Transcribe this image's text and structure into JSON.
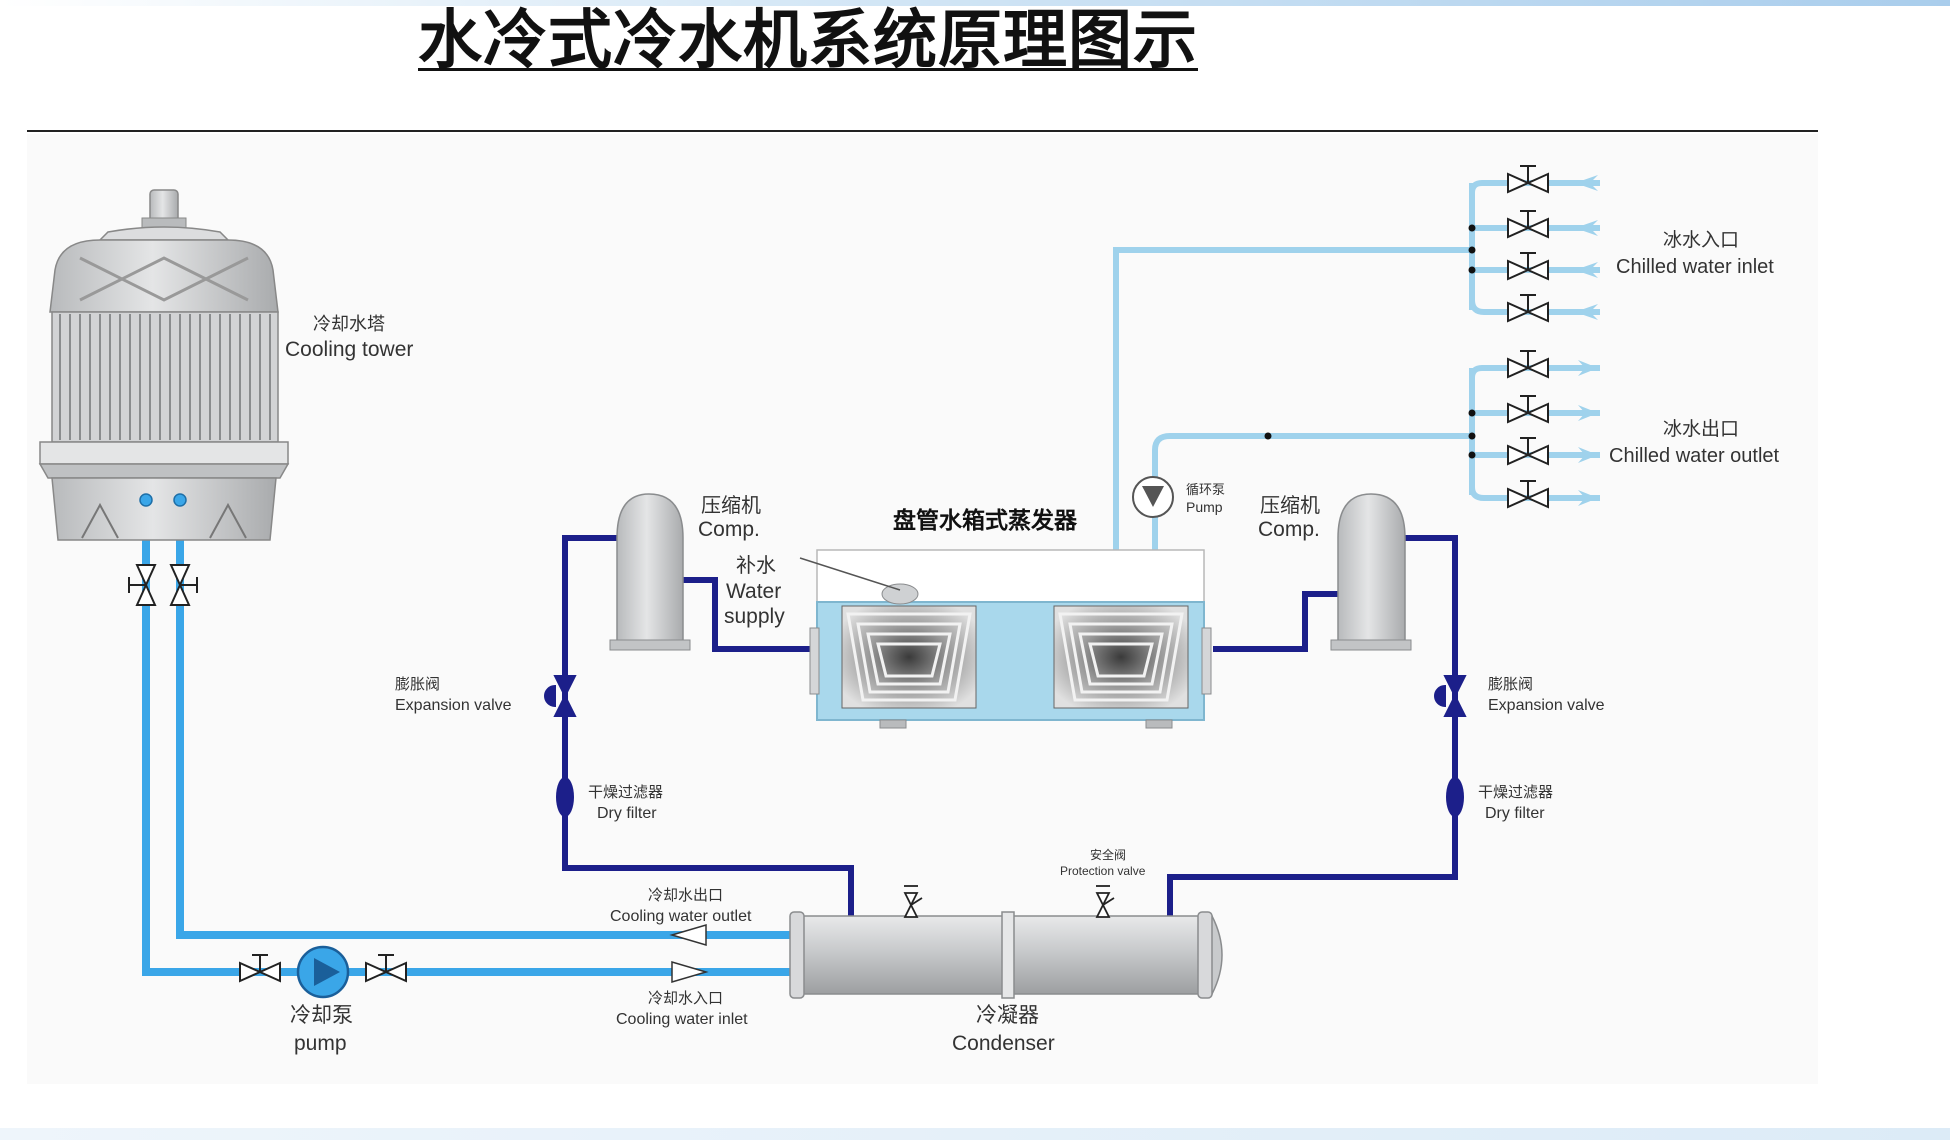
{
  "title": "水冷式冷水机系统原理图示",
  "labels": {
    "cooling_tower_cn": "冷却水塔",
    "cooling_tower_en": "Cooling tower",
    "compressor_left_cn": "压缩机",
    "compressor_left_en": "Comp.",
    "compressor_right_cn": "压缩机",
    "compressor_right_en": "Comp.",
    "evaporator_cn": "盘管水箱式蒸发器",
    "water_supply_cn": "补水",
    "water_supply_en_1": "Water",
    "water_supply_en_2": "supply",
    "circ_pump_cn": "循环泵",
    "circ_pump_en": "Pump",
    "chilled_inlet_cn": "冰水入口",
    "chilled_inlet_en": "Chilled water inlet",
    "chilled_outlet_cn": "冰水出口",
    "chilled_outlet_en": "Chilled water outlet",
    "expansion_left_cn": "膨胀阀",
    "expansion_left_en": "Expansion valve",
    "expansion_right_cn": "膨胀阀",
    "expansion_right_en": "Expansion valve",
    "dry_filter_left_cn": "干燥过滤器",
    "dry_filter_left_en": "Dry filter",
    "dry_filter_right_cn": "干燥过滤器",
    "dry_filter_right_en": "Dry filter",
    "protection_valve_cn": "安全阀",
    "protection_valve_en": "Protection valve",
    "cooling_outlet_cn": "冷却水出口",
    "cooling_outlet_en": "Cooling water outlet",
    "cooling_inlet_cn": "冷却水入口",
    "cooling_inlet_en": "Cooling water inlet",
    "cooling_pump_cn": "冷却泵",
    "cooling_pump_en": "pump",
    "condenser_cn": "冷凝器",
    "condenser_en": "Condenser"
  },
  "colors": {
    "water_pipe": "#3aa6e8",
    "chilled_pipe": "#9fd2ec",
    "refrigerant_pipe": "#1c1f8a",
    "equipment_gray": "#c9cbcd",
    "tank_blue": "#a9d8ec"
  }
}
